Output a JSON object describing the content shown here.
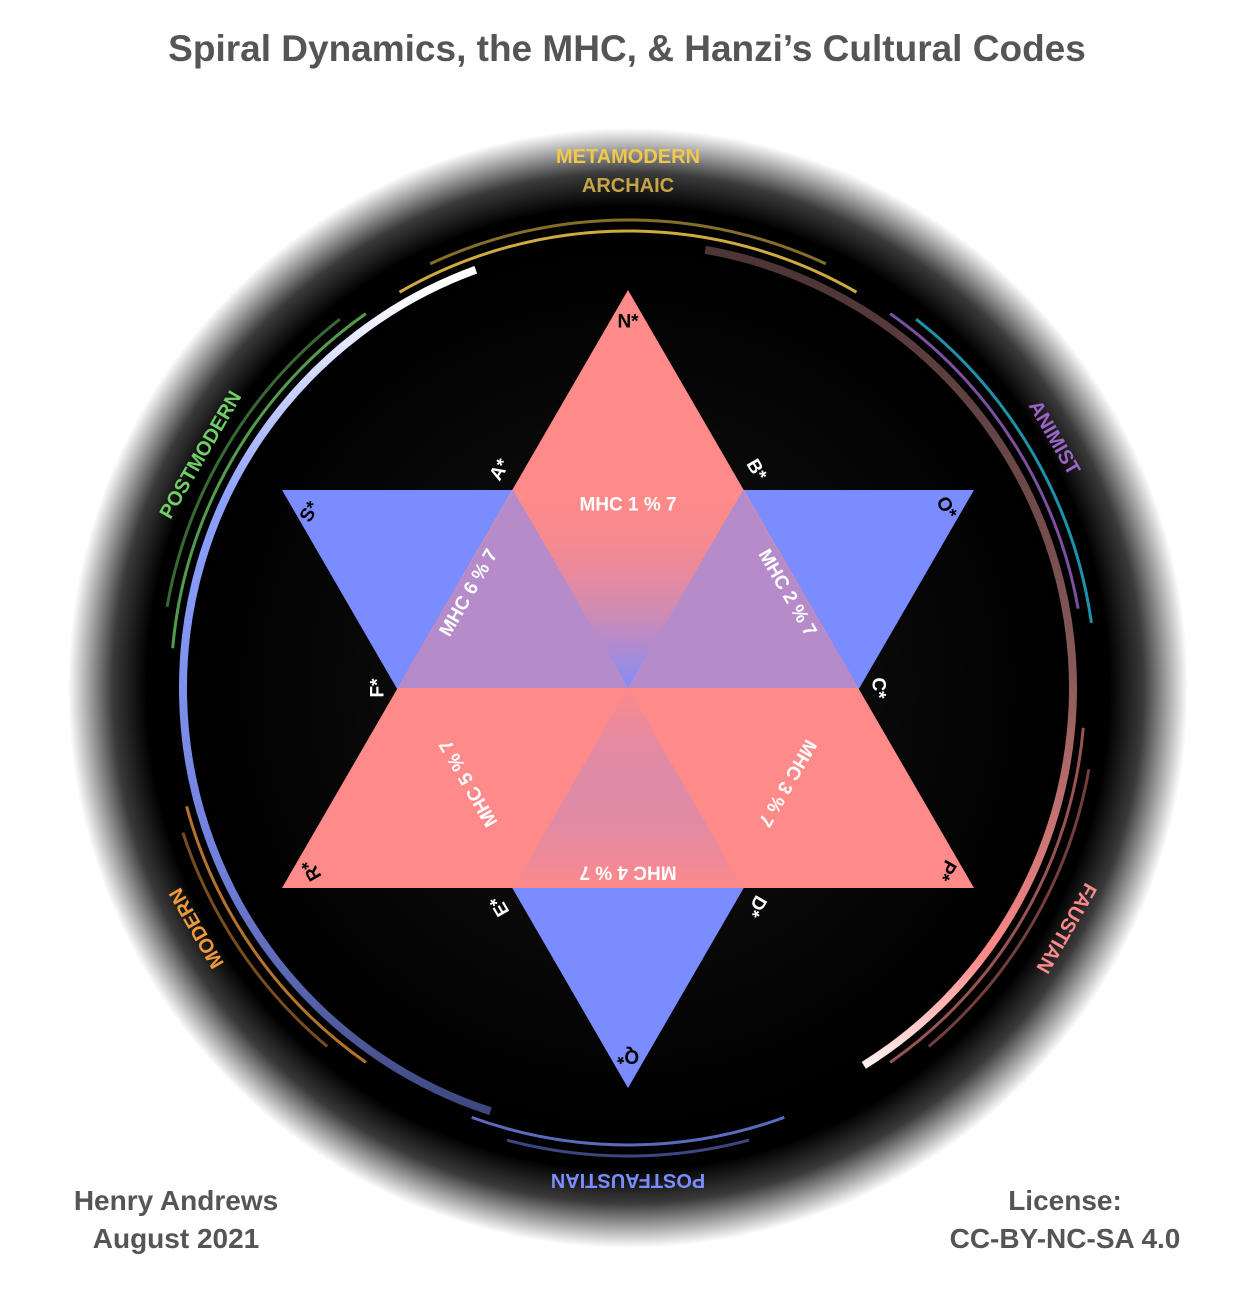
{
  "title": "Spiral Dynamics, the MHC, & Hanzi’s Cultural Codes",
  "ring_labels": {
    "top_primary": "METAMODERN",
    "top_secondary": "ARCHAIC",
    "upper_right": "ANIMIST",
    "lower_right": "FAUSTIAN",
    "bottom": "POSTFAUSTIAN",
    "lower_left": "MODERN",
    "upper_left": "POSTMODERN"
  },
  "vertex_labels": {
    "N": "N*",
    "A": "A*",
    "B": "B*",
    "S": "S*",
    "O": "O*",
    "F": "F*",
    "C": "C*",
    "R": "R*",
    "P": "P*",
    "E": "E*",
    "D": "D*",
    "Q": "Q*"
  },
  "sector_labels": {
    "mhc1": "MHC 1 % 7",
    "mhc2": "MHC 2 % 7",
    "mhc3": "MHC 3 % 7",
    "mhc4": "MHC 4 % 7",
    "mhc5": "MHC 5 % 7",
    "mhc6": "MHC 6 % 7"
  },
  "author": {
    "name": "Henry Andrews",
    "date": "August 2021"
  },
  "license": {
    "label": "License:",
    "value": "CC-BY-NC-SA 4.0"
  },
  "colors": {
    "red": "#fe8a8a",
    "blue": "#7a8cff",
    "gold": "#f2c84b",
    "green": "#6fcf66",
    "orange": "#f0993b",
    "purple": "#9a64c8",
    "cyan": "#23b8d6",
    "title_gray": "#555555",
    "background": "#000000"
  }
}
